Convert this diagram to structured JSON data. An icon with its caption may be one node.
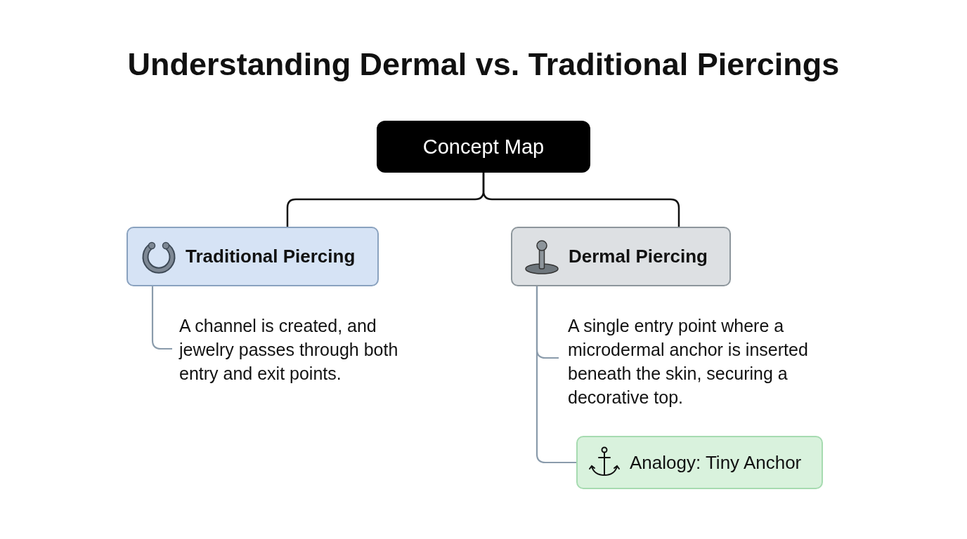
{
  "diagram": {
    "title": "Understanding Dermal vs. Traditional Piercings",
    "nodes": [
      {
        "text": [
          "Concept Map"
        ]
      },
      {
        "text": [
          "Traditional Piercing"
        ]
      },
      {
        "text": [
          "Dermal Piercing"
        ]
      },
      {
        "text": [
          "A channel is created, and jewelry passes through both entry and exit points."
        ]
      },
      {
        "text": [
          "A single entry point where a microdermal anchor is inserted beneath the skin, securing a decorative top."
        ]
      },
      {
        "text": [
          "Analogy: Tiny Anchor"
        ]
      }
    ],
    "edges": [
      {
        "from": 0,
        "to": 1,
        "arrow": "none",
        "color": "#111111"
      },
      {
        "from": 0,
        "to": 2,
        "arrow": "none",
        "color": "#111111"
      },
      {
        "from": 1,
        "to": 3,
        "arrow": "none"
      },
      {
        "from": 2,
        "to": 4,
        "arrow": "none"
      },
      {
        "from": 2,
        "to": 5,
        "arrow": "none"
      }
    ]
  }
}
